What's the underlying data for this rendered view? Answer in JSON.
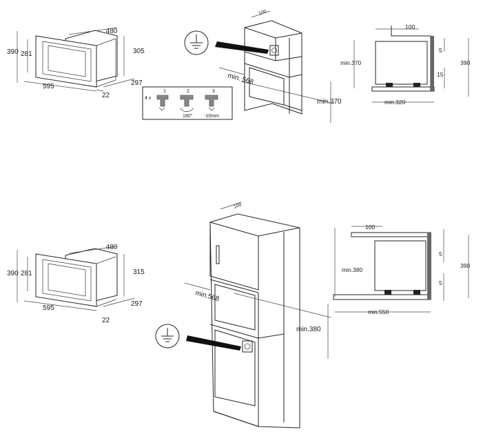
{
  "diagram_top": {
    "oven_dims": {
      "width": "480",
      "height_total": "390",
      "height_door": "281",
      "depth_side": "305",
      "front_width": "595",
      "depth_bottom": "297",
      "frame": "22"
    },
    "steps": {
      "count": "4 x",
      "n1": "1",
      "n2": "2",
      "n3": "3",
      "rotate": "180°",
      "offset": "-10mm"
    },
    "cabinet": {
      "top_depth": "100",
      "min_width": "min. 568",
      "min_height": "min.370"
    },
    "side_view": {
      "top_gap": "100",
      "min_height": "min.370",
      "total": "390",
      "gap_top": "5",
      "gap_bottom": "15",
      "min_depth": "min.320"
    }
  },
  "diagram_bottom": {
    "oven_dims": {
      "width": "480",
      "height_total": "390",
      "height_door": "281",
      "depth_side": "315",
      "front_width": "595",
      "depth_bottom": "297",
      "frame": "22"
    },
    "cabinet": {
      "top_depth": "100",
      "min_width": "min.568",
      "min_height": "min.380"
    },
    "side_view": {
      "top_gap": "100",
      "min_height": "min.380",
      "total": "390",
      "gap_top": "5",
      "gap_bottom": "5",
      "min_depth": "min.550"
    }
  }
}
